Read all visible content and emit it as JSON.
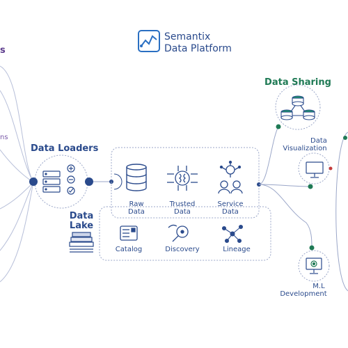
{
  "brand": {
    "line1": "Semantix",
    "line2": "Data Platform"
  },
  "left_fragments": {
    "top": "s",
    "middle": "ns"
  },
  "data_loaders": {
    "title": "Data Loaders"
  },
  "data_lake": {
    "title_line1": "Data",
    "title_line2": "Lake",
    "items": [
      {
        "line1": "Raw",
        "line2": "Data"
      },
      {
        "line1": "Trusted",
        "line2": "Data"
      },
      {
        "line1": "Service",
        "line2": "Data"
      }
    ],
    "tools": [
      "Catalog",
      "Discovery",
      "Lineage"
    ]
  },
  "data_sharing": {
    "title": "Data Sharing"
  },
  "outputs": {
    "visualization": {
      "line1": "Data",
      "line2": "Visualization"
    },
    "ml": {
      "line1": "M.L",
      "line2": "Development"
    }
  },
  "colors": {
    "navy": "#2a4a8c",
    "teal": "#1f7a55",
    "purple": "#5b3a8c",
    "line": "#9aa6c8"
  }
}
